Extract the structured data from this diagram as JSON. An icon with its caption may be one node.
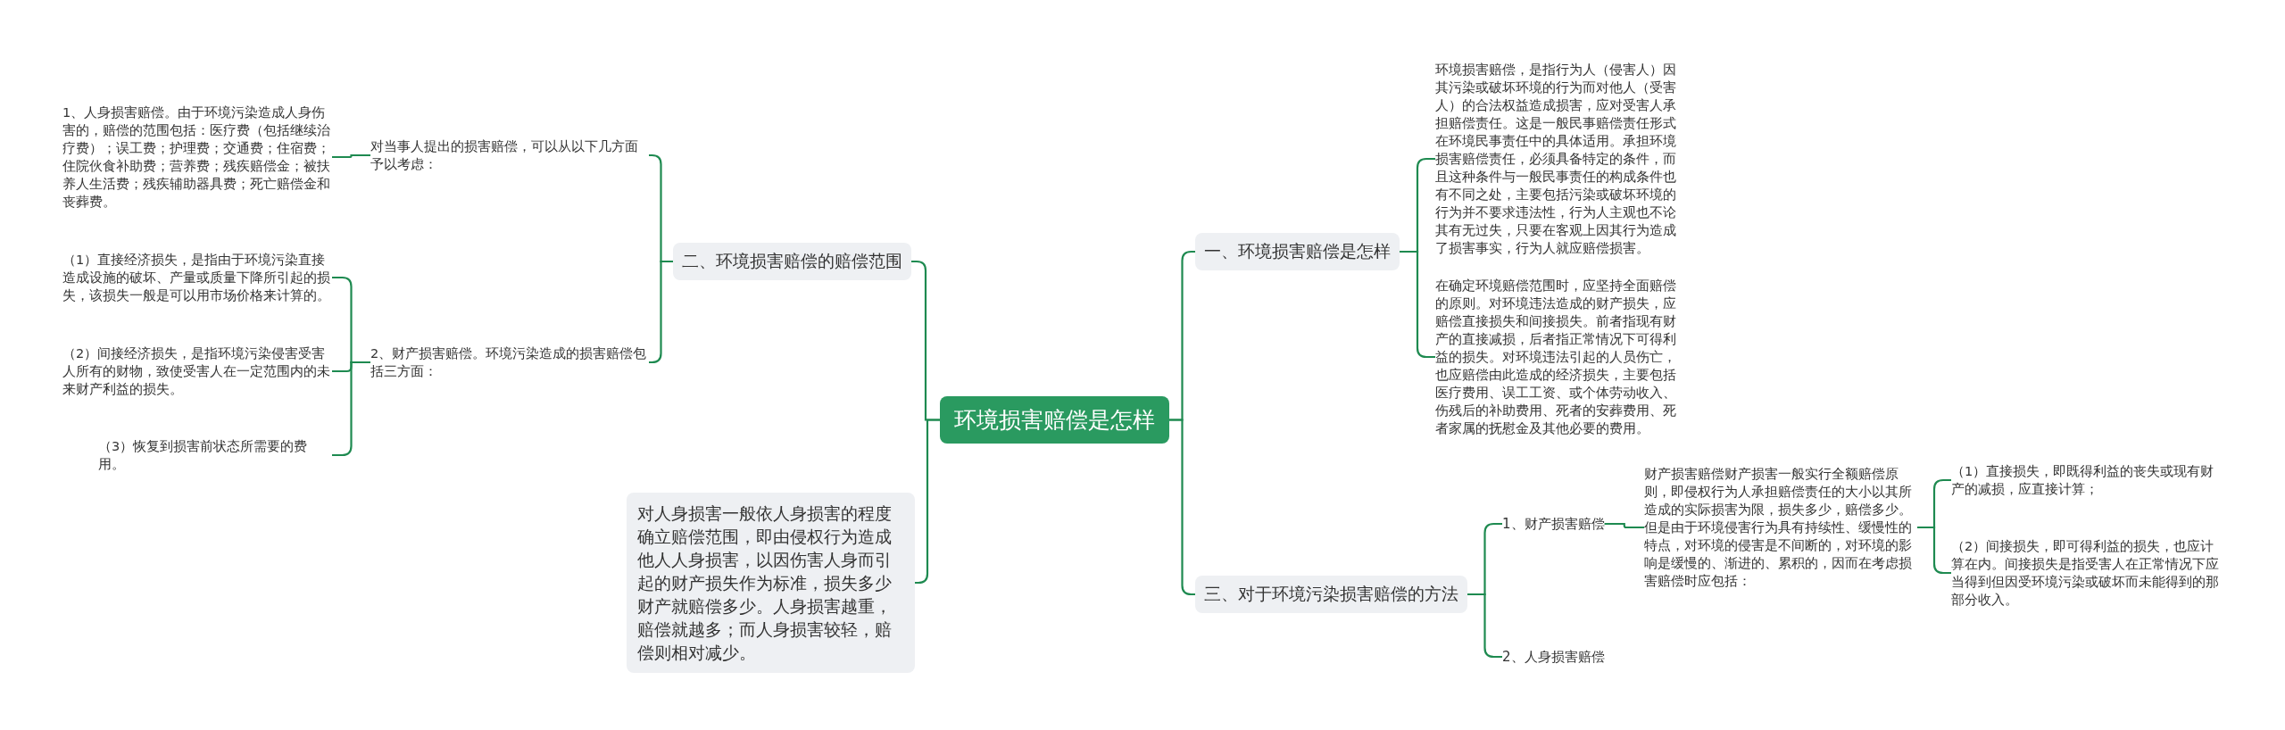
{
  "diagram": {
    "nodes": [
      {
        "text": [
          "环境损害赔偿是怎样"
        ]
      },
      {
        "text": [
          "一、环境损害赔偿是怎样"
        ]
      },
      {
        "text": [
          "环境损害赔偿，是指行为人（侵害人）因其污染或破坏环境的行为而对他人（受害人）的合法权益造成损害，应对受害人承担赔偿责任。这是一般民事赔偿责任形式在环境民事责任中的具体适用。承担环境损害赔偿责任，必须具备特定的条件，而且这种条件与一般民事责任的构成条件也有不同之处，主要包括污染或破坏环境的行为并不要求违法性，行为人主观也不论其有无过失，只要在客观上因其行为造成了损害事实，行为人就应赔偿损害。"
        ]
      },
      {
        "text": [
          "在确定环境赔偿范围时，应坚持全面赔偿的原则。对环境违法造成的财产损失，应赔偿直接损失和间接损失。前者指现有财产的直接减损，后者指正常情况下可得利益的损失。对环境违法引起的人员伤亡，也应赔偿由此造成的经济损失，主要包括医疗费用、误工工资、或个体劳动收入、伤残后的补助费用、死者的安葬费用、死者家属的抚慰金及其他必要的费用。"
        ]
      },
      {
        "text": [
          "二、环境损害赔偿的赔偿范围"
        ]
      },
      {
        "text": [
          "对当事人提出的损害赔偿，可以从以下几方面予以考虑："
        ]
      },
      {
        "text": [
          "1、人身损害赔偿。由于环境污染造成人身伤害的，赔偿的范围包括：医疗费（包括继续治疗费）；误工费；护理费；交通费；住宿费；住院伙食补助费；营养费；残疾赔偿金；被扶养人生活费；残疾辅助器具费；死亡赔偿金和丧葬费。"
        ]
      },
      {
        "text": [
          "2、财产损害赔偿。环境污染造成的损害赔偿包括三方面："
        ]
      },
      {
        "text": [
          "（1）直接经济损失，是指由于环境污染直接造成设施的破坏、产量或质量下降所引起的损失，该损失一般是可以用市场价格来计算的。"
        ]
      },
      {
        "text": [
          "（2）间接经济损失，是指环境污染侵害受害人所有的财物，致使受害人在一定范围内的未来财产利益的损失。"
        ]
      },
      {
        "text": [
          "（3）恢复到损害前状态所需要的费用。"
        ]
      },
      {
        "text": [
          "对人身损害一般依人身损害的程度确立赔偿范围，即由侵权行为造成他人人身损害，以因伤害人身而引起的财产损失作为标准，损失多少财产就赔偿多少。人身损害越重，赔偿就越多；而人身损害较轻，赔偿则相对减少。"
        ]
      },
      {
        "text": [
          "三、对于环境污染损害赔偿的方法"
        ]
      },
      {
        "text": [
          "1、财产损害赔偿"
        ]
      },
      {
        "text": [
          "财产损害赔偿财产损害一般实行全额赔偿原则，即侵权行为人承担赔偿责任的大小以其所造成的实际损害为限，损失多少，赔偿多少。但是由于环境侵害行为具有持续性、缓慢性的特点，对环境的侵害是不间断的，对环境的影响是缓慢的、渐进的、累积的，因而在考虑损害赔偿时应包括："
        ]
      },
      {
        "text": [
          "（1）直接损失，即既得利益的丧失或现有财产的减损，应直接计算；"
        ]
      },
      {
        "text": [
          "（2）间接损失，即可得利益的损失，也应计算在内。间接损失是指受害人在正常情况下应当得到但因受环境污染或破坏而未能得到的那部分收入。"
        ]
      },
      {
        "text": [
          "2、人身损害赔偿"
        ]
      }
    ],
    "edges": [
      {
        "from": 0,
        "to": 1,
        "arrow": "none"
      },
      {
        "from": 1,
        "to": 2,
        "arrow": "none"
      },
      {
        "from": 1,
        "to": 3,
        "arrow": "none"
      },
      {
        "from": 0,
        "to": 4,
        "arrow": "none"
      },
      {
        "from": 4,
        "to": 5,
        "arrow": "none"
      },
      {
        "from": 5,
        "to": 6,
        "arrow": "none"
      },
      {
        "from": 4,
        "to": 7,
        "arrow": "none"
      },
      {
        "from": 7,
        "to": 8,
        "arrow": "none"
      },
      {
        "from": 7,
        "to": 9,
        "arrow": "none"
      },
      {
        "from": 7,
        "to": 10,
        "arrow": "none"
      },
      {
        "from": 0,
        "to": 11,
        "arrow": "none"
      },
      {
        "from": 0,
        "to": 12,
        "arrow": "none"
      },
      {
        "from": 12,
        "to": 13,
        "arrow": "none"
      },
      {
        "from": 13,
        "to": 14,
        "arrow": "none"
      },
      {
        "from": 14,
        "to": 15,
        "arrow": "none"
      },
      {
        "from": 14,
        "to": 16,
        "arrow": "none"
      },
      {
        "from": 12,
        "to": 17,
        "arrow": "none"
      }
    ]
  }
}
